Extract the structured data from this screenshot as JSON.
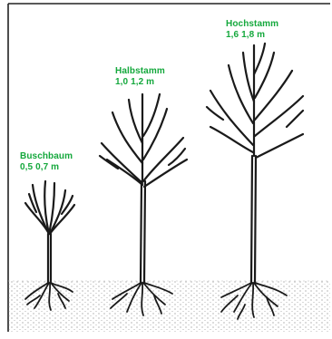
{
  "trees": [
    {
      "name": "Buschbaum",
      "height": "0,5 0,7 m"
    },
    {
      "name": "Halbstamm",
      "height": "1,0 1,2 m"
    },
    {
      "name": "Hochstamm",
      "height": "1,6 1,8 m"
    }
  ],
  "colors": {
    "label_text": "#14a83c",
    "ink": "#1a1a1a",
    "frame": "#222222",
    "ground_dots": "#888888"
  }
}
